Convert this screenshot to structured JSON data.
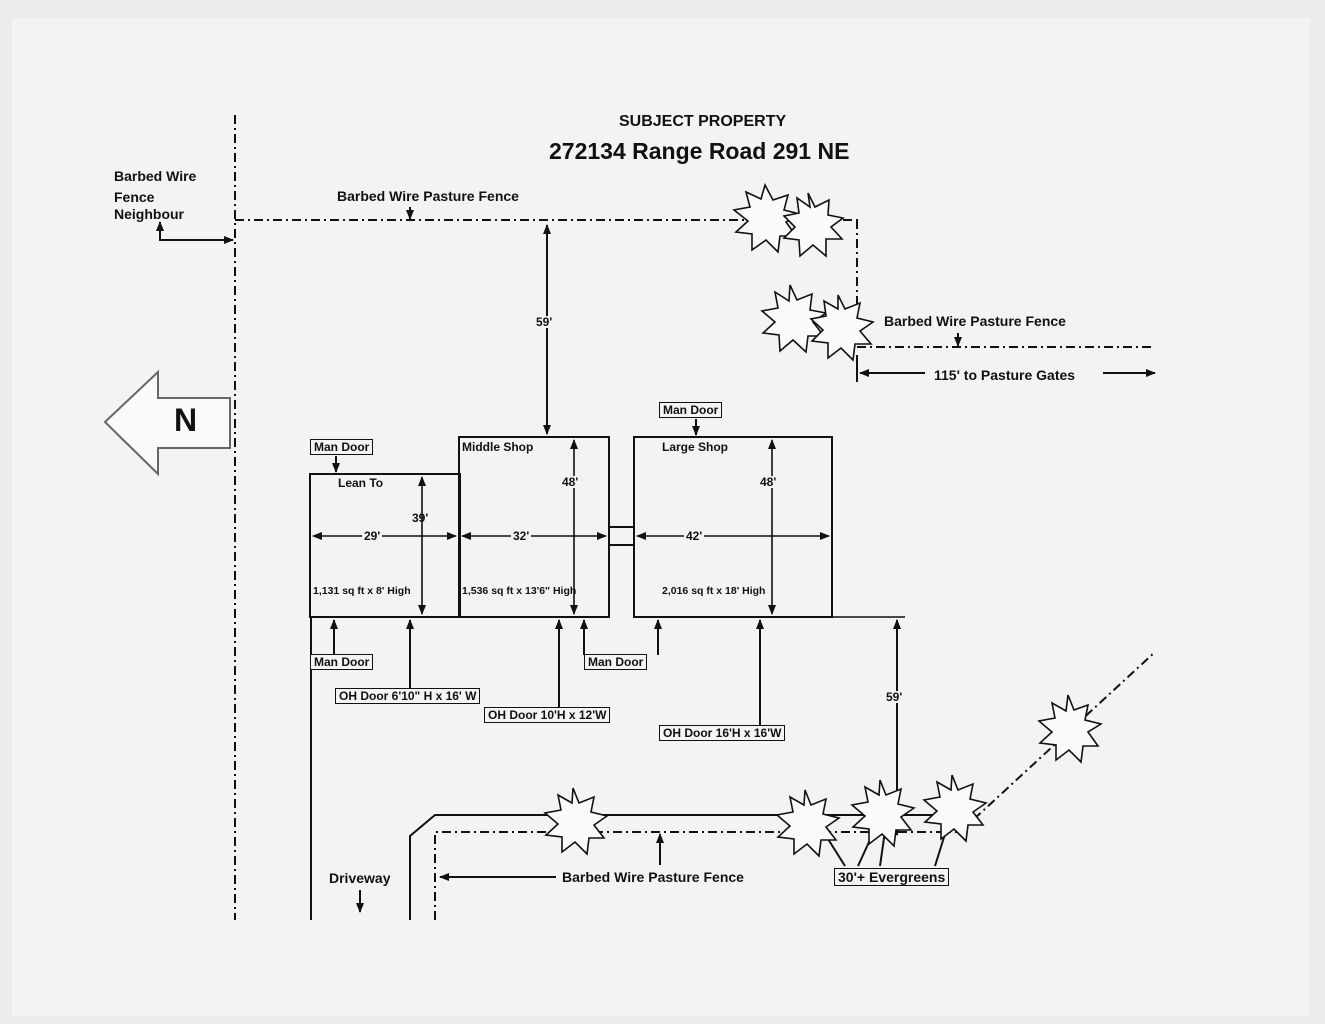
{
  "title": {
    "line1": "SUBJECT PROPERTY",
    "line2": "272134 Range Road 291 NE"
  },
  "north_label": "N",
  "labels": {
    "neighbour_fence": [
      "Barbed Wire",
      "Fence",
      "Neighbour"
    ],
    "top_fence": "Barbed Wire Pasture Fence",
    "right_fence": "Barbed Wire Pasture Fence",
    "pasture_gates": "115' to Pasture Gates",
    "bottom_fence": "Barbed Wire Pasture Fence",
    "driveway": "Driveway",
    "evergreens": "30'+ Evergreens"
  },
  "dimensions": {
    "fence_to_middle_shop": "59'",
    "lean_to_height": "39'",
    "lean_to_width": "29'",
    "middle_shop_depth": "48'",
    "middle_shop_width": "32'",
    "large_shop_depth": "48'",
    "large_shop_width": "42'",
    "large_shop_to_trees": "59'"
  },
  "buildings": {
    "lean_to": {
      "name": "Lean To",
      "area": "1,131 sq ft x 8' High"
    },
    "middle_shop": {
      "name": "Middle Shop",
      "area": "1,536 sq ft x 13'6\" High"
    },
    "large_shop": {
      "name": "Large Shop",
      "area": "2,016 sq ft x 18' High"
    }
  },
  "doors": {
    "man_door_lean_top": "Man Door",
    "man_door_large_top": "Man Door",
    "man_door_lean_bottom": "Man Door",
    "man_door_between": "Man Door",
    "oh_door_lean": "OH Door 6'10\" H x 16' W",
    "oh_door_middle": "OH Door 10'H x 12'W",
    "oh_door_large": "OH Door 16'H x 16'W"
  }
}
